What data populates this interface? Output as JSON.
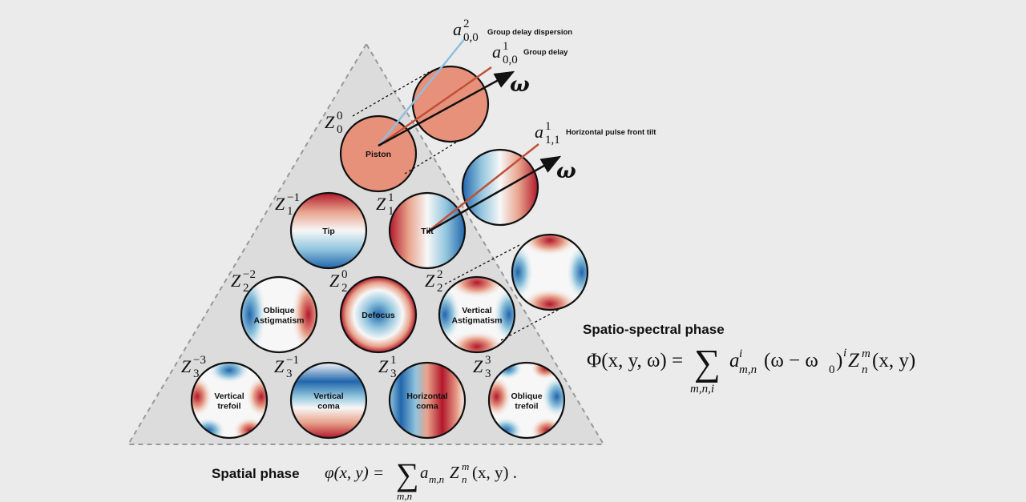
{
  "pyramid_modes": [
    {
      "sym": "Z",
      "sub": "0",
      "sup": "0",
      "lines": [
        "Piston"
      ]
    },
    {
      "sym": "Z",
      "sub": "1",
      "sup": "−1",
      "lines": [
        "Tip"
      ]
    },
    {
      "sym": "Z",
      "sub": "1",
      "sup": "1",
      "lines": [
        "Tilt"
      ]
    },
    {
      "sym": "Z",
      "sub": "2",
      "sup": "−2",
      "lines": [
        "Oblique",
        "Astigmatism"
      ]
    },
    {
      "sym": "Z",
      "sub": "2",
      "sup": "0",
      "lines": [
        "Defocus"
      ]
    },
    {
      "sym": "Z",
      "sub": "2",
      "sup": "2",
      "lines": [
        "Vertical",
        "Astigmatism"
      ]
    },
    {
      "sym": "Z",
      "sub": "3",
      "sup": "−3",
      "lines": [
        "Vertical",
        "trefoil"
      ]
    },
    {
      "sym": "Z",
      "sub": "3",
      "sup": "−1",
      "lines": [
        "Vertical",
        "coma"
      ]
    },
    {
      "sym": "Z",
      "sub": "3",
      "sup": "1",
      "lines": [
        "Horizontal",
        "coma"
      ]
    },
    {
      "sym": "Z",
      "sub": "3",
      "sup": "3",
      "lines": [
        "Oblique",
        "trefoil"
      ]
    }
  ],
  "coefficients": [
    {
      "sym": "a",
      "sub": "0,0",
      "sup": "2",
      "label": "Group delay dispersion",
      "line_color": "#8fbde0"
    },
    {
      "sym": "a",
      "sub": "0,0",
      "sup": "1",
      "label": "Group delay",
      "line_color": "#c0503a"
    },
    {
      "sym": "a",
      "sub": "1,1",
      "sup": "1",
      "label": "Horizontal pulse front tilt",
      "line_color": "#c0503a"
    }
  ],
  "omega_label": "ω",
  "spatial_phase": {
    "title": "Spatial phase",
    "lhs": "φ(x, y) =",
    "sum_index": "m,n",
    "term_a": "a",
    "term_a_sub": "m,n",
    "term_z": "Z",
    "term_z_sub": "n",
    "term_z_sup": "m",
    "term_tail": "(x, y) ."
  },
  "spatio_spectral_phase": {
    "title": "Spatio-spectral phase",
    "lhs": "Φ(x, y, ω) =",
    "sum_index": "m,n,i",
    "term_a": "a",
    "term_a_sub": "m,n",
    "term_a_sup": "i",
    "term_mid": "(ω − ω",
    "term_mid_sub": "0",
    "term_mid_close": ")",
    "term_mid_sup": "i",
    "term_z": "Z",
    "term_z_sub": "n",
    "term_z_sup": "m",
    "term_tail": "(x, y)"
  },
  "colors": {
    "background": "#ebebeb",
    "triangle_fill": "#dcdcdc",
    "triangle_stroke": "#999999",
    "positive": "#b2182b",
    "negative": "#2166ac",
    "zero": "#f7f7f7",
    "piston": "#e8917a"
  }
}
